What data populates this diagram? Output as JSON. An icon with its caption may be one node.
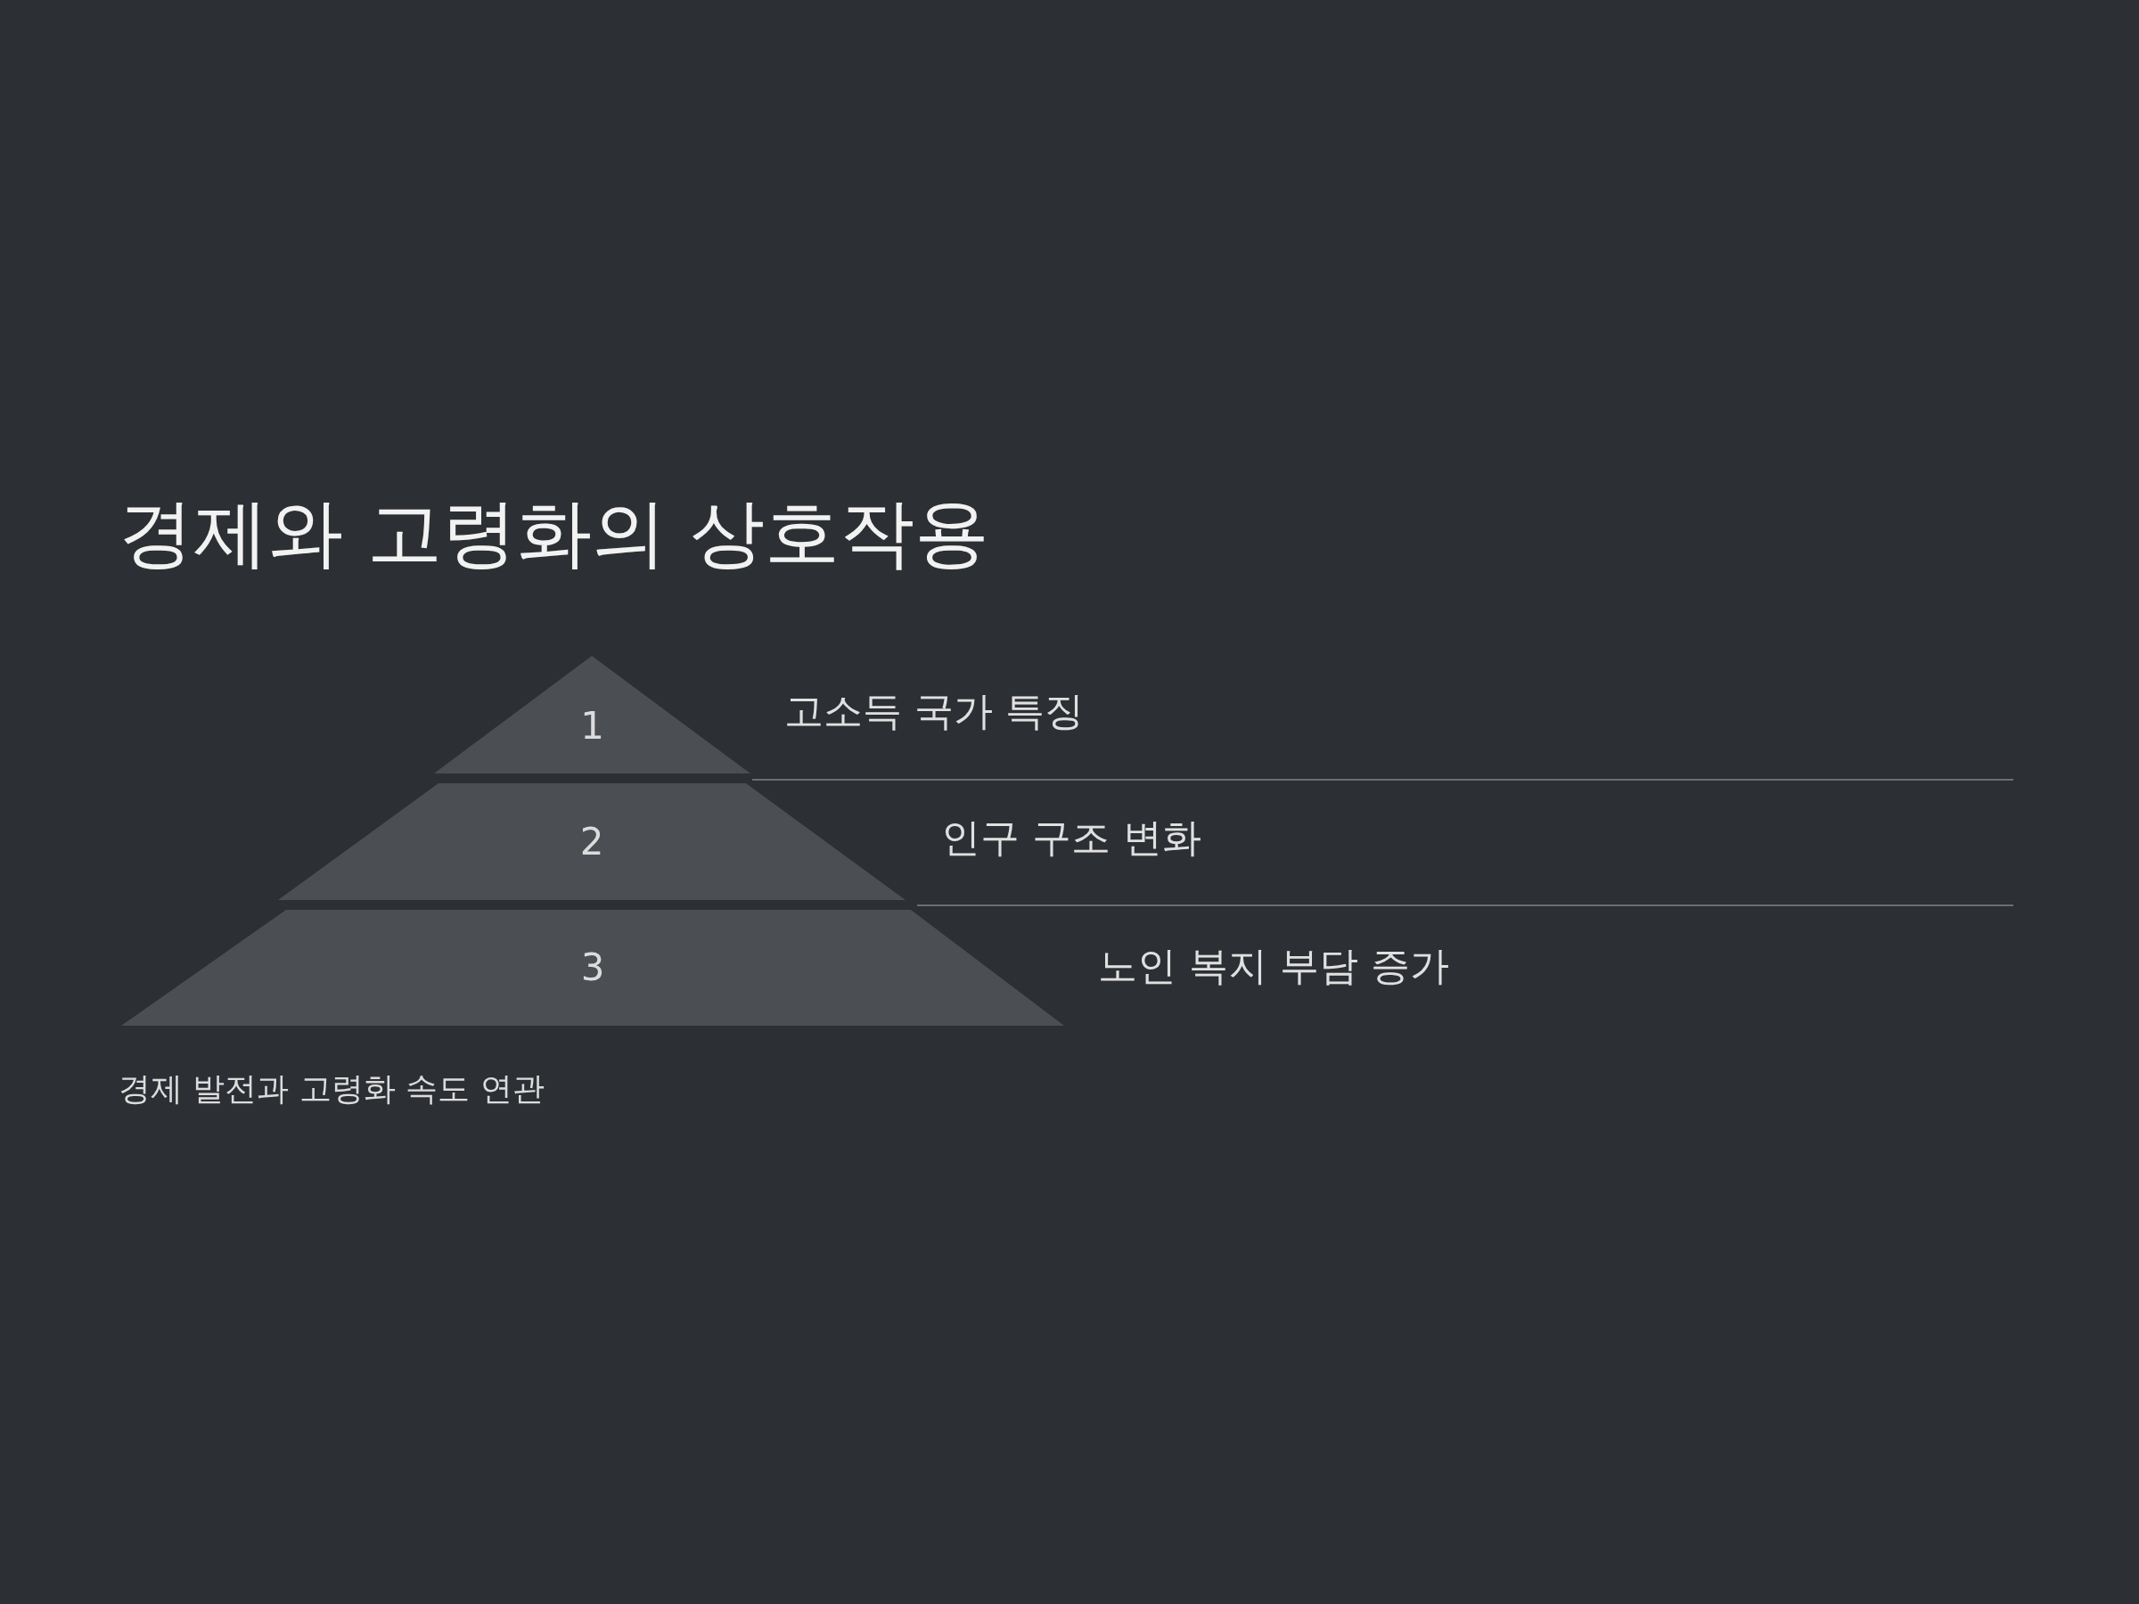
{
  "diagram": {
    "title": "경제와 고령화의 상호작용",
    "nodes": [
      {
        "text": [
          "1"
        ],
        "beside": [
          "고소득 국가 특징"
        ]
      },
      {
        "text": [
          "2"
        ],
        "beside": [
          "인구 구조 변화"
        ]
      },
      {
        "text": [
          "3"
        ],
        "beside": [
          "노인 복지 부담 증가"
        ]
      }
    ],
    "caption": "경제 발전과 고령화 속도 연관"
  }
}
